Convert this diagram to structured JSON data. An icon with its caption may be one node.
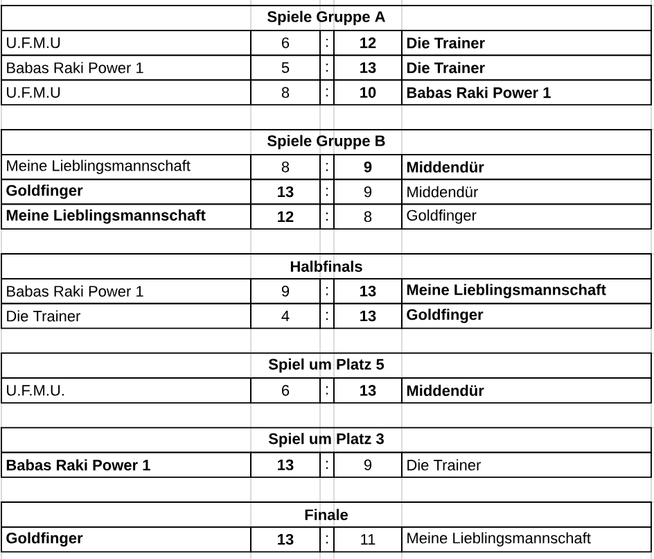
{
  "diagram": {
    "labels": [
      "Spiele Gruppe A",
      "U.F.M.U",
      "6",
      ":",
      "12",
      "Die Trainer",
      "Babas Raki Power 1",
      "5",
      ":",
      "13",
      "Die Trainer",
      "U.F.M.U",
      "8",
      ":",
      "10",
      "Babas Raki Power 1",
      "Spiele Gruppe B",
      "Meine Lieblingsmannschaft",
      "8",
      ":",
      "9",
      "Middendür",
      "Goldfinger",
      "13",
      ":",
      "9",
      "Middendür",
      "Meine Lieblingsmannschaft",
      "12",
      ":",
      "8",
      "Goldfinger",
      "Halbfinals",
      "Babas Raki Power 1",
      "9",
      ":",
      "13",
      "Meine Lieblingsmannschaft",
      "Die Trainer",
      "4",
      ":",
      "13",
      "Goldfinger",
      "Spiel um Platz 5",
      "U.F.M.U.",
      "6",
      ":",
      "13",
      "Middendür",
      "Spiel um Platz 3",
      "Babas Raki Power 1",
      "13",
      ":",
      "9",
      "Die Trainer",
      "Finale",
      "Goldfinger",
      "13",
      ":",
      "11",
      "Meine Lieblingsmannschaft"
    ]
  }
}
